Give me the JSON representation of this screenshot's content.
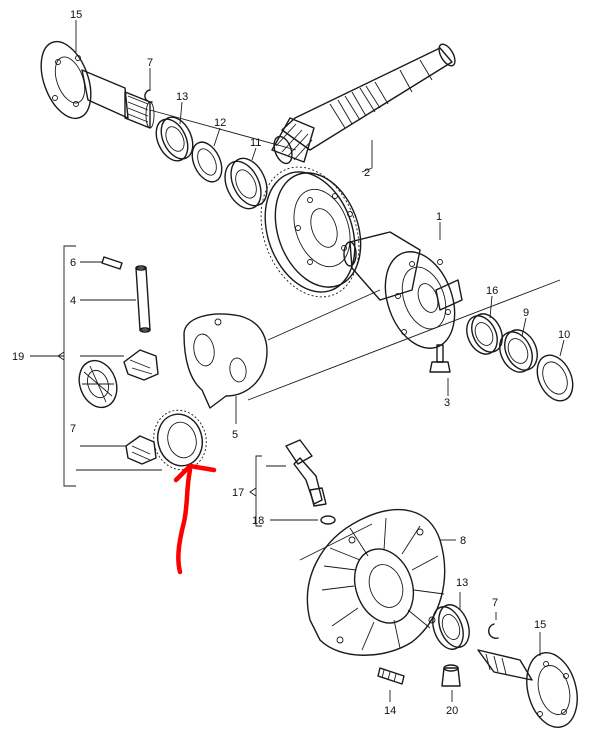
{
  "callouts": {
    "c15a": "15",
    "c7a": "7",
    "c13a": "13",
    "c12": "12",
    "c11": "11",
    "c2": "2",
    "c1": "1",
    "c16": "16",
    "c9": "9",
    "c10": "10",
    "c3": "3",
    "c6": "6",
    "c4": "4",
    "c19": "19",
    "c7b": "7",
    "c5": "5",
    "c17": "17",
    "c18": "18",
    "c8": "8",
    "c13b": "13",
    "c7c": "7",
    "c15b": "15",
    "c14": "14",
    "c20": "20"
  },
  "colors": {
    "line": "#1a1a1a",
    "arrow": "#ff0000",
    "background": "#ffffff"
  }
}
